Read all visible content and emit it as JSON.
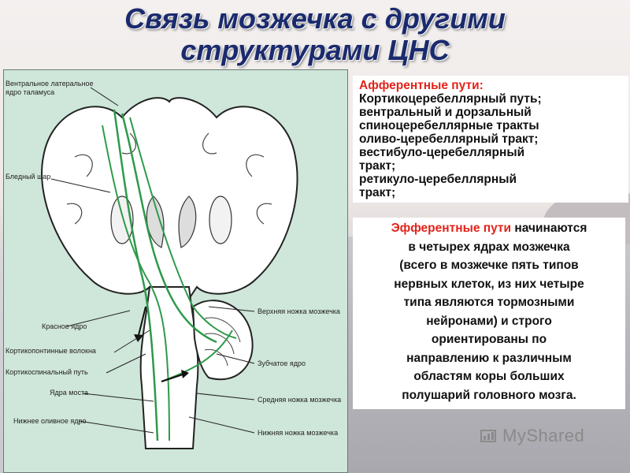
{
  "title": {
    "line1": "Связь мозжечка с другими",
    "line2": "структурами ЦНС"
  },
  "figure_labels": {
    "vl_thalamus": [
      "Вентральное латеральное",
      "ядро таламуса"
    ],
    "globus_pallidus": "Бледный шар",
    "red_nucleus": "Красное ядро",
    "corticopontine": "Кортикопонтинные волокна",
    "corticospinal": "Кортикоспинальный путь",
    "pontine_nuclei": "Ядра моста",
    "inferior_olive": "Нижнее оливное ядро",
    "superior_peduncle": "Верхняя ножка мозжечка",
    "dentate": "Зубчатое ядро",
    "middle_peduncle": "Средняя ножка мозжечка",
    "inferior_peduncle": "Нижняя ножка мозжечка"
  },
  "afferent": {
    "heading": "Афферентные пути:",
    "lines": [
      "Кортикоцеребеллярный путь;",
      "вентральный и дорзальный",
      "спиноцеребеллярные тракты",
      "оливо-церебеллярный тракт;",
      "вестибуло-церебеллярный",
      "тракт;",
      "ретикуло-церебеллярный",
      "тракт;"
    ]
  },
  "efferent": {
    "heading": "Эфферентные пути",
    "first_rest": " начинаются",
    "lines": [
      "в четырех ядрах мозжечка",
      "(всего в мозжечке пять типов",
      "нервных клеток, из них четыре",
      "типа являются тормозными",
      "нейронами) и строго",
      "ориентированы по",
      "направлению к различным",
      "областям коры больших",
      "полушарий головного мозга."
    ]
  },
  "watermark": "MyShared",
  "colors": {
    "title": "#1a2a6e",
    "accent": "#e2231a",
    "pathway": "#2e9a4a",
    "figure_bg": "#cfe6da"
  }
}
